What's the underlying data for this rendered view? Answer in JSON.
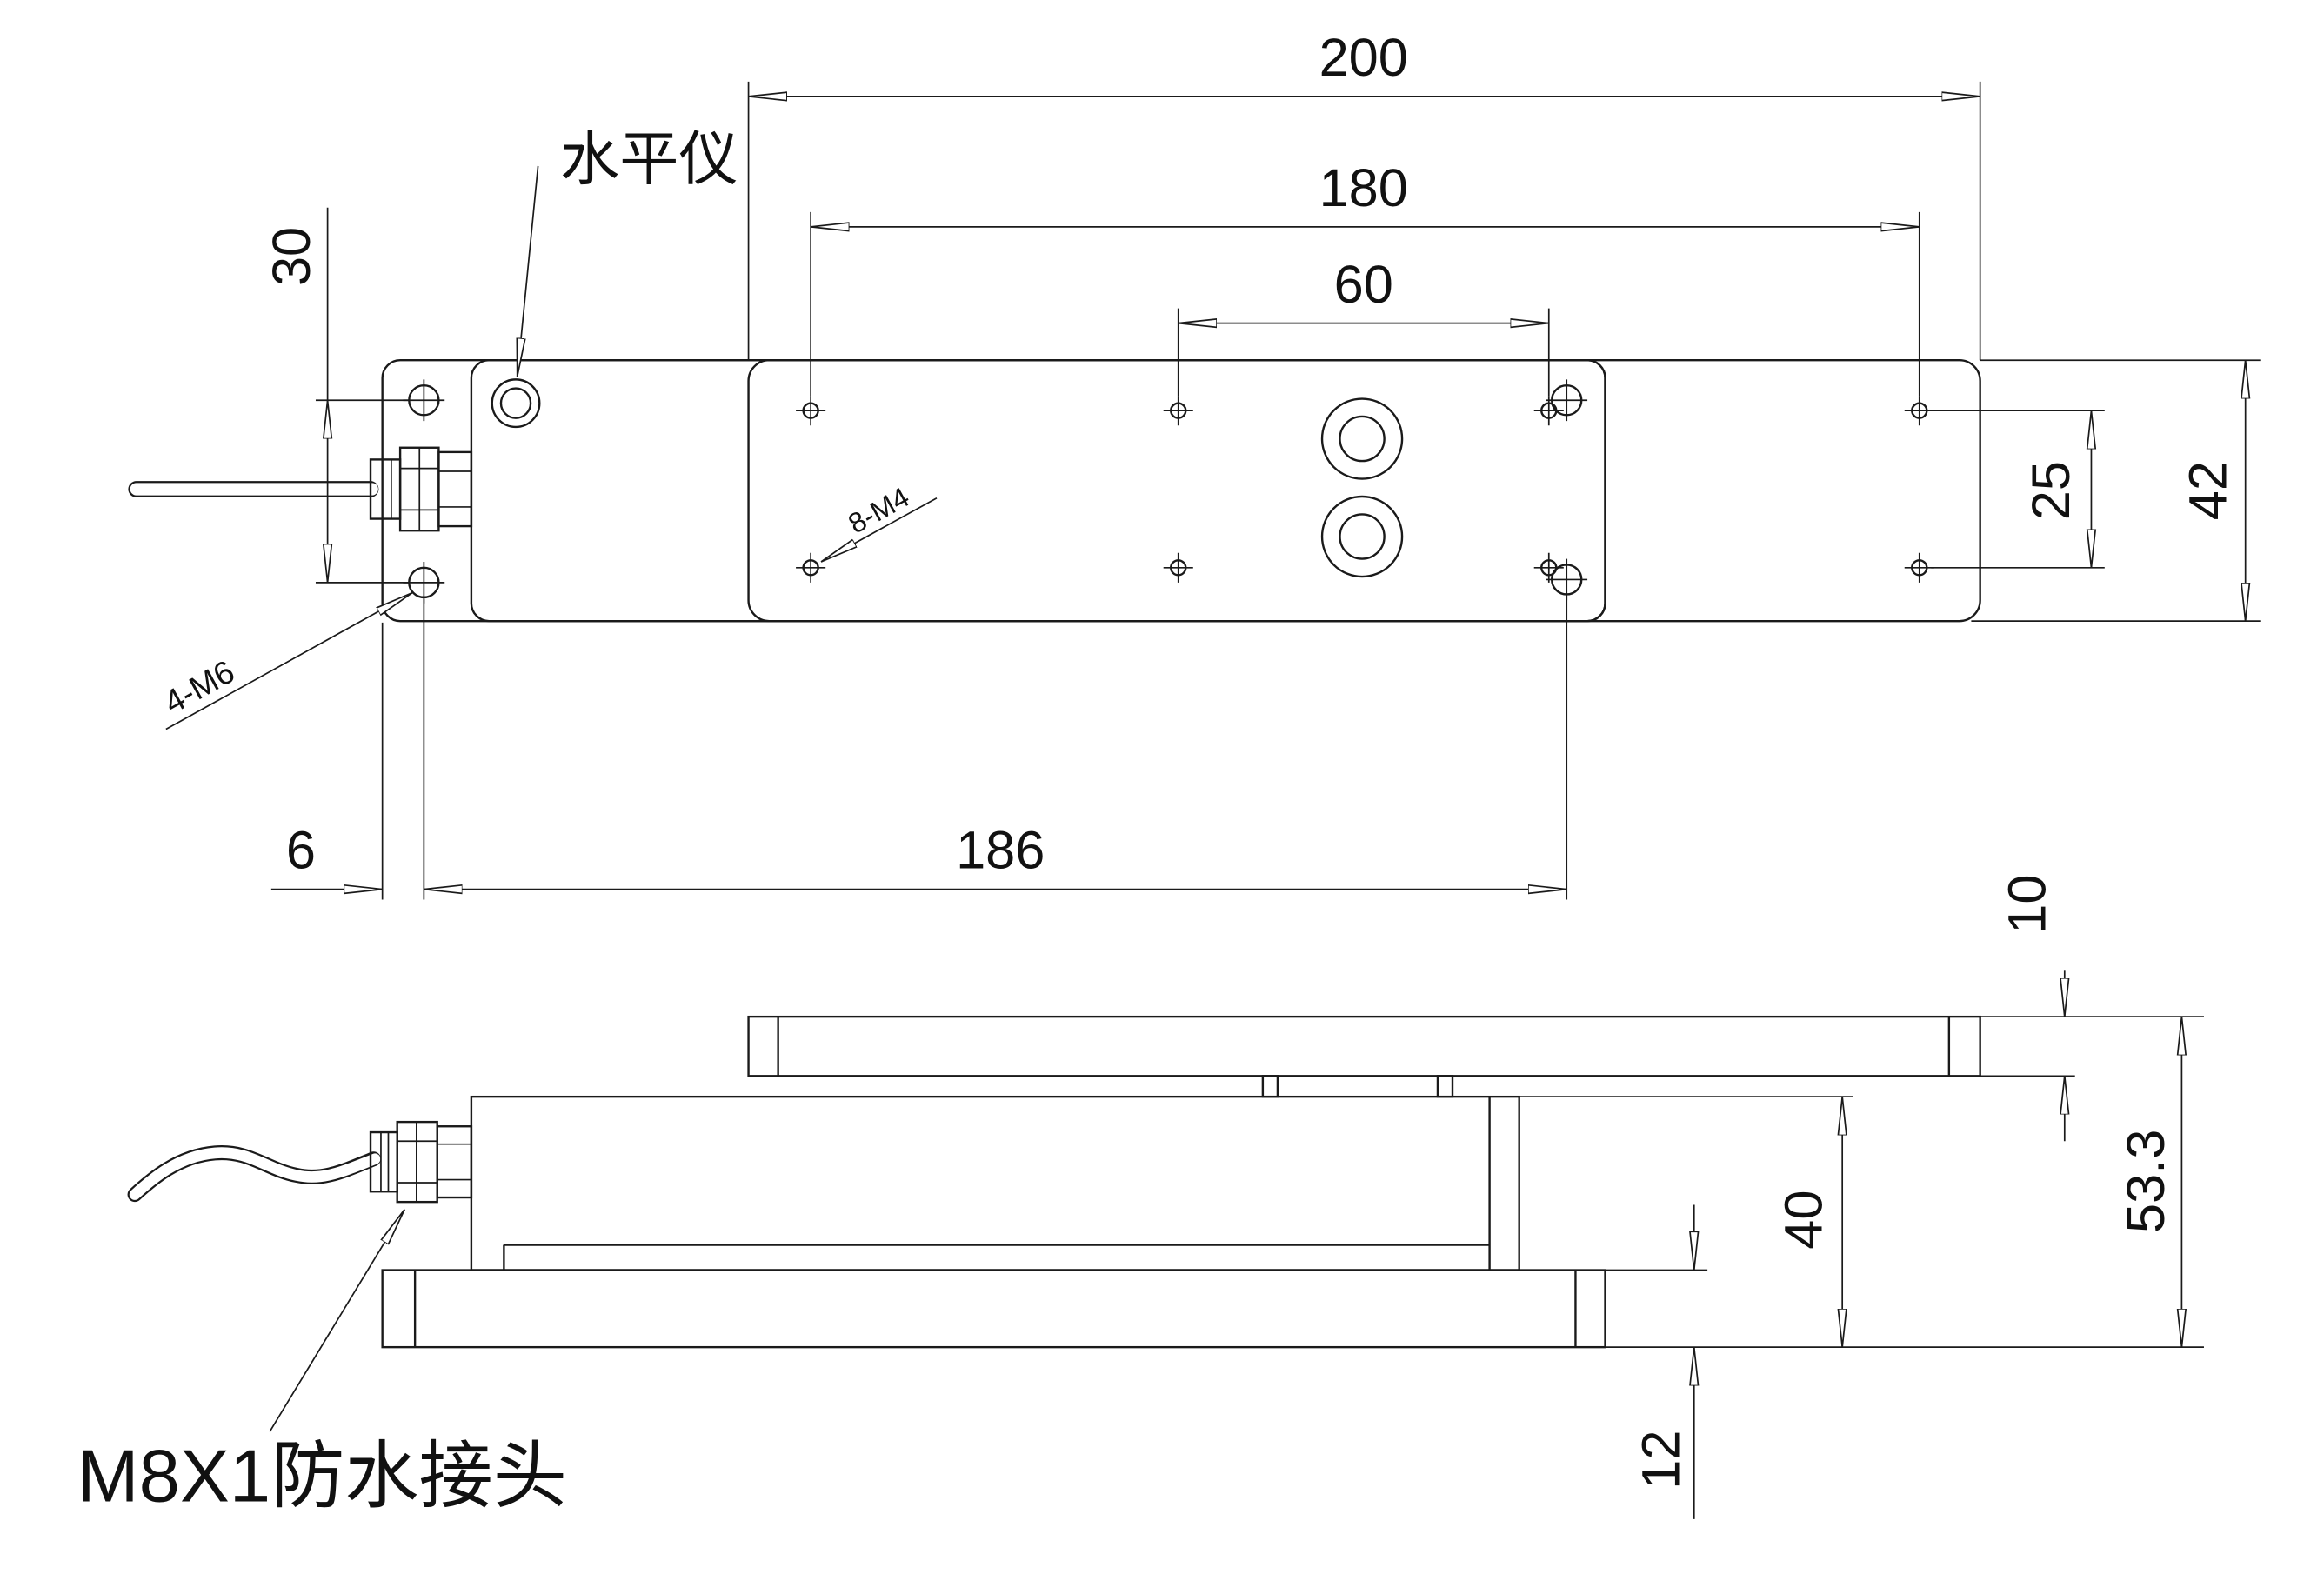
{
  "drawing": {
    "top_view": {
      "dim_top_plate_length": "200",
      "dim_m4_outer_spacing": "180",
      "dim_m4_inner_spacing": "60",
      "label_level": "水平仪",
      "dim_m6_vertical_spacing": "30",
      "label_m4_holes": "8-M4",
      "label_m6_holes": "4-M6",
      "dim_m4_vertical_spacing": "25",
      "dim_width": "42",
      "dim_edge_offset": "6",
      "dim_m6_horizontal_spacing": "186"
    },
    "side_view": {
      "dim_top_plate_thickness": "10",
      "dim_total_height": "53.3",
      "dim_body_height": "40",
      "dim_base_thickness": "12",
      "label_connector": "M8X1防水接头"
    }
  },
  "colors": {
    "line": "#1a1a1a",
    "background": "#ffffff"
  }
}
